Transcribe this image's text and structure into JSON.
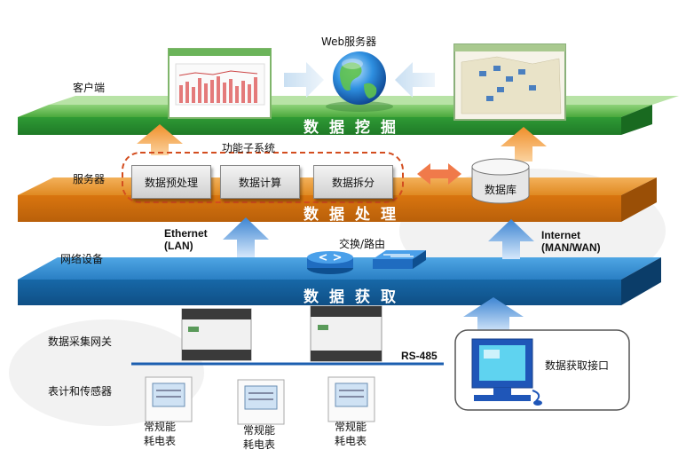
{
  "layers": {
    "top": {
      "side_label": "客户端",
      "title": "数据挖掘"
    },
    "middle": {
      "side_label": "服务器",
      "title": "数据处理"
    },
    "bottom": {
      "side_label": "网络设备",
      "title": "数据获取"
    }
  },
  "web_server_label": "Web服务器",
  "subsystem": {
    "title": "功能子系统",
    "modules": [
      "数据预处理",
      "数据计算",
      "数据拆分"
    ]
  },
  "database_label": "数据库",
  "network": {
    "left_label_line1": "Ethernet",
    "left_label_line2": "(LAN)",
    "switch_label": "交换/路由",
    "right_label_line1": "Internet",
    "right_label_line2": "(MAN/WAN)"
  },
  "gateway_label": "数据采集网关",
  "bus_label": "RS-485",
  "meters_label": "表计和传感器",
  "meter_label_line1": "常规能",
  "meter_label_line2": "耗电表",
  "interface_label": "数据获取接口",
  "colors": {
    "green_layer": "#2f9a35",
    "orange_layer": "#d9750f",
    "blue_layer": "#1768a8",
    "arrow_orange": "#f5a54a",
    "arrow_blue": "#4b8fd6"
  }
}
